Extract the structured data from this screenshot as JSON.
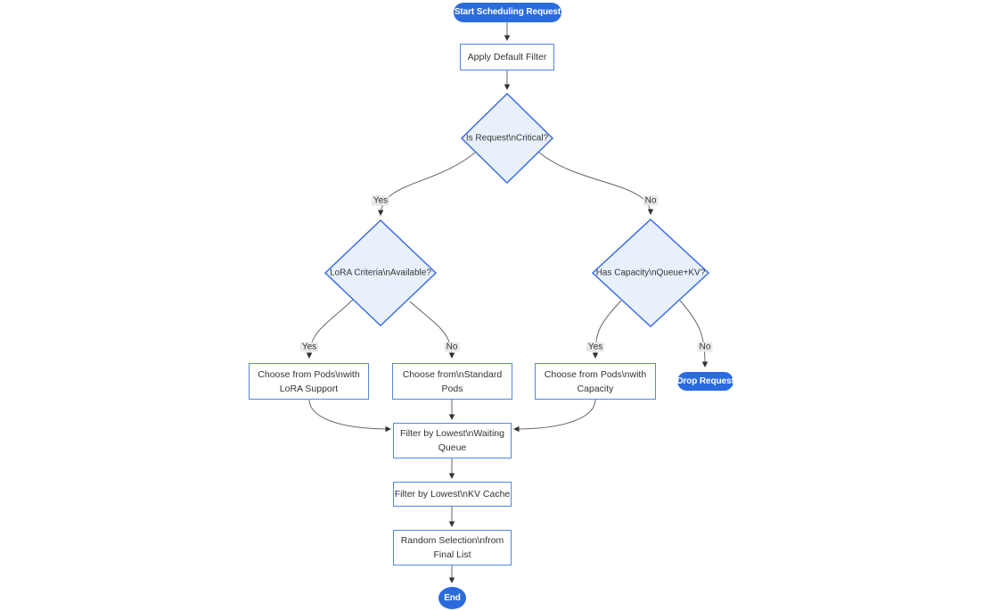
{
  "colors": {
    "background": "#ffffff",
    "pill_fill": "#2a6bdd",
    "pill_text": "#ffffff",
    "rect_fill": "#ffffff",
    "rect_border": "#5585e2",
    "diamond_fill": "#e8f1fb",
    "diamond_border": "#3b6de4",
    "node_text": "#333333",
    "edge_line": "#666666",
    "arrowhead": "#333333",
    "edge_label_bg": "#e8e8e8",
    "edge_label_text": "#333333"
  },
  "nodes": {
    "start": {
      "label": "Start Scheduling Request"
    },
    "apply_default_filter": {
      "label": "Apply Default Filter"
    },
    "is_request_critical": {
      "label": "Is Request\\nCritical?"
    },
    "lora_criteria_available": {
      "label": "LoRA Criteria\\nAvailable?"
    },
    "has_capacity_queue_kv": {
      "label": "Has Capacity\\nQueue+KV?"
    },
    "choose_pods_lora": {
      "line1": "Choose from Pods\\nwith",
      "line2": "LoRA Support"
    },
    "choose_standard_pods": {
      "line1": "Choose from\\nStandard",
      "line2": "Pods"
    },
    "choose_pods_capacity": {
      "line1": "Choose from Pods\\nwith",
      "line2": "Capacity"
    },
    "drop_request": {
      "label": "Drop Request"
    },
    "filter_waiting_queue": {
      "line1": "Filter by Lowest\\nWaiting",
      "line2": "Queue"
    },
    "filter_kv_cache": {
      "label": "Filter by Lowest\\nKV Cache"
    },
    "random_selection": {
      "line1": "Random Selection\\nfrom",
      "line2": "Final List"
    },
    "end": {
      "label": "End"
    }
  },
  "edge_labels": {
    "critical_yes": "Yes",
    "critical_no": "No",
    "lora_yes": "Yes",
    "lora_no": "No",
    "capacity_yes": "Yes",
    "capacity_no": "No"
  }
}
